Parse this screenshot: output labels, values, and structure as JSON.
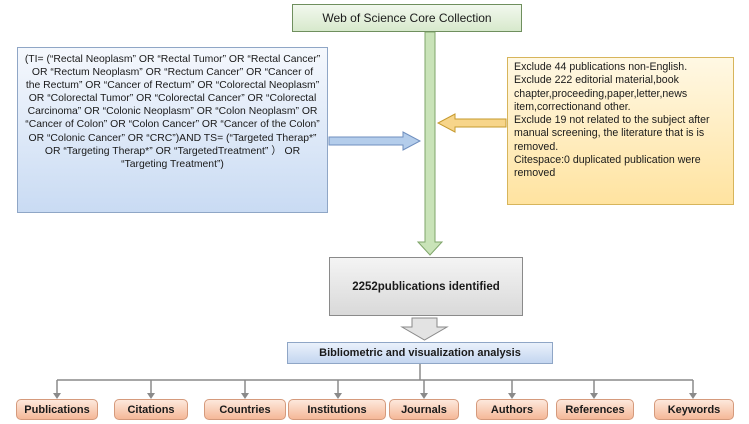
{
  "source": {
    "label": "Web of Science Core Collection"
  },
  "query": {
    "text": "(TI= (“Rectal Neoplasm” OR “Rectal Tumor” OR “Rectal Cancer” OR “Rectum Neoplasm” OR “Rectum Cancer” OR “Cancer of the Rectum” OR “Cancer of Rectum” OR “Colorectal Neoplasm” OR “Colorectal Tumor” OR “Colorectal Cancer” OR “Colorectal Carcinoma” OR “Colonic Neoplasm” OR “Colon Neoplasm” OR “Cancer of Colon” OR “Colon Cancer” OR “Cancer of the Colon” OR “Colonic Cancer” OR “CRC”)AND TS= (“Targeted Therap*” OR “Targeting Therap*” OR “TargetedTreatment” ） OR “Targeting Treatment”)"
  },
  "exclusions": [
    "Exclude 44 publications non-English.",
    "Exclude 222 editorial material,book chapter,proceeding,paper,letter,news item,correctionand other.",
    "Exclude 19 not related to the subject after manual screening, the literature that is is removed.",
    "Citespace:0 duplicated publication were removed"
  ],
  "identified": {
    "label": "2252publications identified"
  },
  "analysis": {
    "label": "Bibliometric and visualization analysis"
  },
  "categories": [
    "Publications",
    "Citations",
    "Countries",
    "Institutions",
    "Journals",
    "Authors",
    "References",
    "Keywords"
  ],
  "colors": {
    "green_box": "#d7e9cc",
    "blue_box": "#c9dbf3",
    "yellow_box": "#ffe3a0",
    "gray_box": "#d9d9d9",
    "salmon_box": "#f5b898",
    "down_arrow": "#c9e3b8",
    "right_arrow": "#b4cdeb",
    "left_arrow": "#f7d58a",
    "connector": "#8a8a8a"
  }
}
